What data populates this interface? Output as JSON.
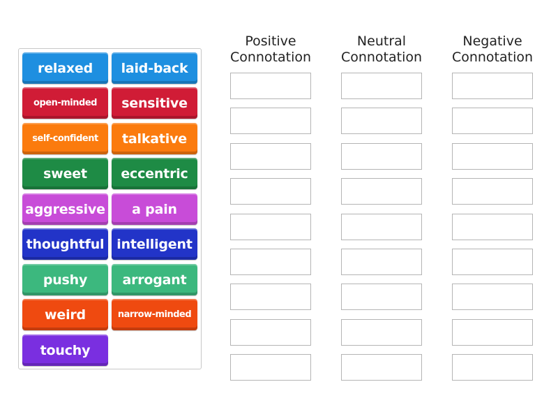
{
  "tiles": [
    {
      "label": "relaxed",
      "color": "#1e8fe0"
    },
    {
      "label": "laid-back",
      "color": "#1e8fe0"
    },
    {
      "label": "open-minded",
      "color": "#d01c36"
    },
    {
      "label": "sensitive",
      "color": "#d01c36"
    },
    {
      "label": "self-confident",
      "color": "#fb7b0e"
    },
    {
      "label": "talkative",
      "color": "#fb7b0e"
    },
    {
      "label": "sweet",
      "color": "#1e8b45"
    },
    {
      "label": "eccentric",
      "color": "#1e8b45"
    },
    {
      "label": "aggressive",
      "color": "#c84cd8"
    },
    {
      "label": "a pain",
      "color": "#c84cd8"
    },
    {
      "label": "thoughtful",
      "color": "#2234c8"
    },
    {
      "label": "intelligent",
      "color": "#2234c8"
    },
    {
      "label": "pushy",
      "color": "#3cb87e"
    },
    {
      "label": "arrogant",
      "color": "#3cb87e"
    },
    {
      "label": "weird",
      "color": "#ef4a10"
    },
    {
      "label": "narrow-minded",
      "color": "#ef4a10"
    },
    {
      "label": "touchy",
      "color": "#7a2fe0"
    }
  ],
  "columns": [
    {
      "line1": "Positive",
      "line2": "Connotation"
    },
    {
      "line1": "Neutral",
      "line2": "Connotation"
    },
    {
      "line1": "Negative",
      "line2": "Connotation"
    }
  ],
  "slots_per_column": 9
}
